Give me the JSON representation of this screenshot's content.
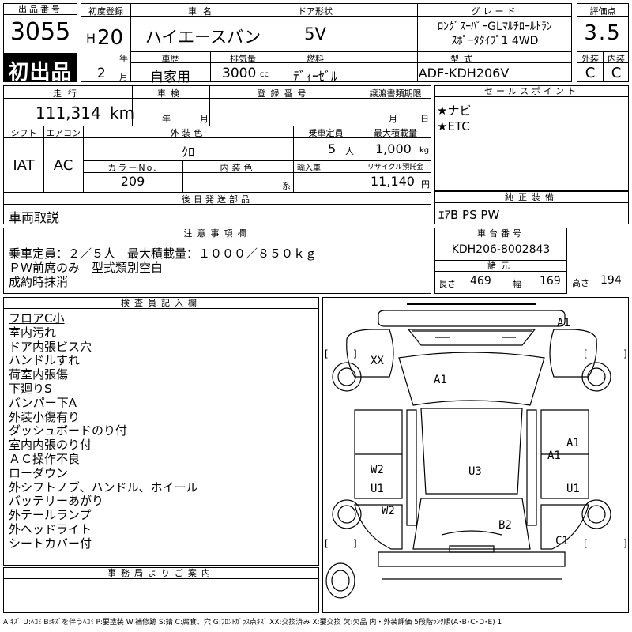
{
  "header": {
    "lot_label": "出品番号",
    "lot_number": "3055",
    "first_listing": "初出品",
    "reg_label": "初度登録",
    "era": "H",
    "reg_year": "20",
    "year_unit": "年",
    "reg_month": "2",
    "month_unit": "月",
    "car_name_label": "車名",
    "car_name": "ハイエースバン",
    "history_label": "車歴",
    "history": "自家用",
    "displacement_label": "排気量",
    "displacement": "3000",
    "displacement_unit": "cc",
    "door_label": "ドア形状",
    "door": "5V",
    "fuel_label": "燃料",
    "fuel": "ﾃﾞｨｰｾﾞﾙ",
    "grade_label": "グレード",
    "grade_line1": "ﾛﾝｸﾞｽｰﾊﾟｰGLﾏﾙﾁﾛｰﾙﾄﾗﾝ",
    "grade_line2": "ｽﾎﾟｰﾀﾀｲﾌﾟ1 4WD",
    "model_label": "型式",
    "model": "ADF-KDH206V",
    "score_label": "評価点",
    "score": "3.5",
    "ext_label": "外装",
    "ext_grade": "C",
    "int_label": "内装",
    "int_grade": "C"
  },
  "row2": {
    "mileage_label": "走行",
    "mileage": "111,314",
    "mileage_unit": "km",
    "inspection_label": "車検",
    "insp_year_unit": "年",
    "insp_month_unit": "月",
    "reg_number_label": "登録番号",
    "transfer_label": "譲渡書類期限",
    "transfer_month": "月",
    "transfer_day": "日",
    "shift_label": "シフト",
    "shift": "IAT",
    "ac_label": "エアコン",
    "ac": "AC",
    "ext_color_label": "外装色",
    "ext_color": "ｸﾛ",
    "capacity_label": "乗車定員",
    "capacity": "5",
    "capacity_unit": "人",
    "max_load_label": "最大積載量",
    "max_load": "1,000",
    "max_load_unit": "kg",
    "color_no_label": "カラーNo.",
    "color_no": "209",
    "int_color_label": "内装色",
    "int_color_suffix": "系",
    "import_label": "輸入車",
    "recycle_label": "リサイクル預託金",
    "recycle": "11,140",
    "recycle_unit": "円",
    "later_parts_label": "後日発送部品",
    "later_parts": "車両取説"
  },
  "sales": {
    "label": "セールスポイント",
    "items": [
      "★ナビ",
      "★ETC"
    ]
  },
  "equipment": {
    "label": "純正装備",
    "value": "ｴｱB PS PW"
  },
  "caution": {
    "label": "注意事項欄",
    "lines": [
      "乗車定員：２／５人　最大積載量：１０００／８５０ｋｇ",
      "ＰＷ前席のみ　型式類別空白",
      "成約時抹消"
    ]
  },
  "chassis": {
    "label": "車台番号",
    "number": "KDH206-8002843",
    "specs_label": "諸元",
    "length_label": "長さ",
    "length": "469",
    "width_label": "幅",
    "width": "169",
    "height_label": "高さ",
    "height": "194"
  },
  "inspector": {
    "label": "検査員記入欄",
    "notes": [
      "フロアC小",
      "室内汚れ",
      "ドア内張ビス穴",
      "ハンドルすれ",
      "荷室内張傷",
      "下廻りS",
      "バンパー下A",
      "外装小傷有り",
      "ダッシュボードのり付",
      "室内内張のり付",
      "ＡＣ操作不良",
      "ローダウン",
      "外シフトノブ、ハンドル、ホイール",
      "バッテリーあがり",
      "外テールランプ",
      "外ヘッドライト",
      "シートカバー付"
    ]
  },
  "office": {
    "label": "事務局よりご案内"
  },
  "diagram_marks": {
    "front_bumper": "A1",
    "left_front": "XX",
    "hood": "A1",
    "right_door_upper": "A1",
    "right_door_lower": "A1",
    "left_front_door": "W2",
    "left_front_door_u": "U1",
    "left_rear": "W2",
    "roof": "U3",
    "right_rear_door": "U1",
    "rear_floor": "B2",
    "rear_right": "C1",
    "bracket_open": "[",
    "bracket_close": "]"
  },
  "legend": "A:ｷｽﾞ U:ﾍｺﾐ B:ｷｽﾞを伴うﾍｺﾐ P:要塗装 W:補修跡 S:錆 C:腐食、穴 G:ﾌﾛﾝﾄｶﾞﾗｽ点ｷｽﾞ XX:交換済み X:要交換 欠:欠品 内・外装評価 5段階ﾗﾝｸ順(A･B･C･D･E) 1"
}
